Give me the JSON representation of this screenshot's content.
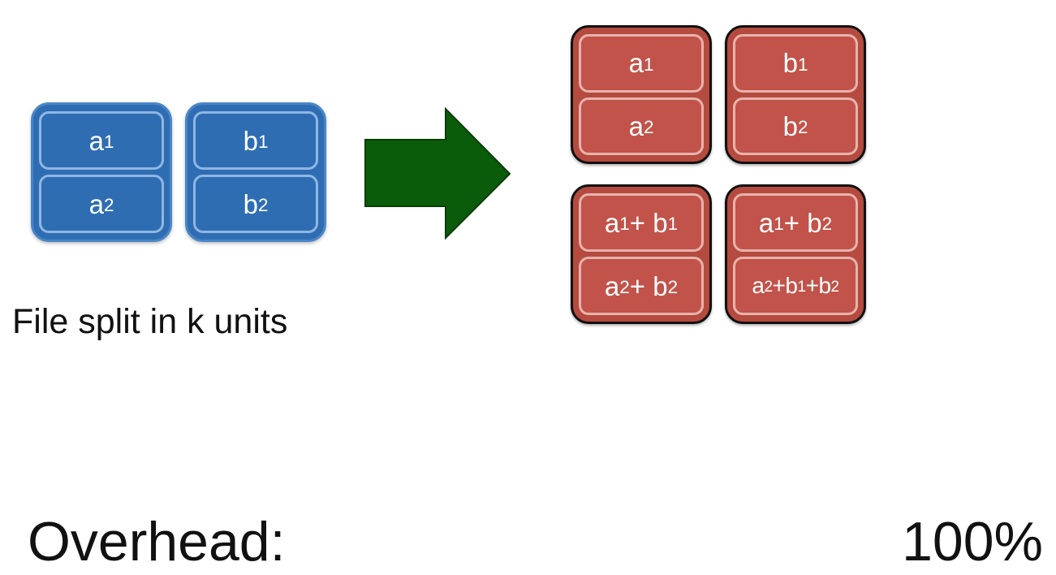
{
  "source_blocks": [
    {
      "rows": [
        {
          "parts": [
            [
              "a",
              "1"
            ]
          ]
        },
        {
          "parts": [
            [
              "a",
              "2"
            ]
          ]
        }
      ]
    },
    {
      "rows": [
        {
          "parts": [
            [
              "b",
              "1"
            ]
          ]
        },
        {
          "parts": [
            [
              "b",
              "2"
            ]
          ]
        }
      ]
    }
  ],
  "encoded_blocks": [
    {
      "rows": [
        {
          "parts": [
            [
              "a",
              "1"
            ]
          ]
        },
        {
          "parts": [
            [
              "a",
              "2"
            ]
          ]
        }
      ]
    },
    {
      "rows": [
        {
          "parts": [
            [
              "b",
              "1"
            ]
          ]
        },
        {
          "parts": [
            [
              "b",
              "2"
            ]
          ]
        }
      ]
    },
    {
      "rows": [
        {
          "parts": [
            [
              "a",
              "1"
            ],
            [
              "b",
              "1"
            ]
          ],
          "sep": " + "
        },
        {
          "parts": [
            [
              "a",
              "2"
            ],
            [
              "b",
              "2"
            ]
          ],
          "sep": " + "
        }
      ]
    },
    {
      "rows": [
        {
          "parts": [
            [
              "a",
              "1"
            ],
            [
              "b",
              "2"
            ]
          ],
          "sep": " + "
        },
        {
          "parts": [
            [
              "a",
              "2"
            ],
            [
              "b",
              "1"
            ],
            [
              "b",
              "2"
            ]
          ],
          "sep": "+"
        }
      ]
    }
  ],
  "caption": "File split in k units",
  "overhead_label": "Overhead:",
  "overhead_value": "100%",
  "colors": {
    "source_block": "#2f6db3",
    "encoded_block": "#b54a3f",
    "arrow": "#0a5c0a"
  }
}
